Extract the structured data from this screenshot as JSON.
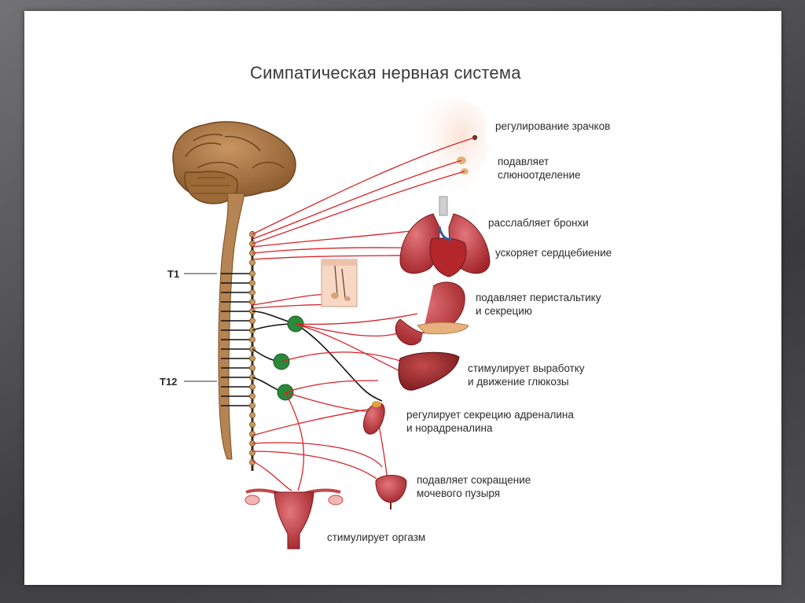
{
  "title": "Симпатическая нервная система",
  "segments": {
    "t1": "T1",
    "t12": "T12"
  },
  "labels": {
    "pupils": "регулирование зрачков",
    "saliva_1": "подавляет",
    "saliva_2": "слюноотделение",
    "bronchi": "расслабляет бронхи",
    "heart": "ускоряет сердцебиение",
    "peristalsis_1": "подавляет перистальтику",
    "peristalsis_2": "и секрецию",
    "glucose_1": "стимулирует выработку",
    "glucose_2": "и движение глюкозы",
    "adrenal_1": "регулирует секрецию адреналина",
    "adrenal_2": "и норадреналина",
    "bladder_1": "подавляет сокращение",
    "bladder_2": "мочевого пузыря",
    "orgasm": "стимулирует оргазм"
  },
  "colors": {
    "nerve": "#d8232a",
    "ganglion": "#2a8a3a",
    "brain": "#a9743f",
    "organ": "#b52a2e",
    "chain": "#3a2a1a"
  }
}
